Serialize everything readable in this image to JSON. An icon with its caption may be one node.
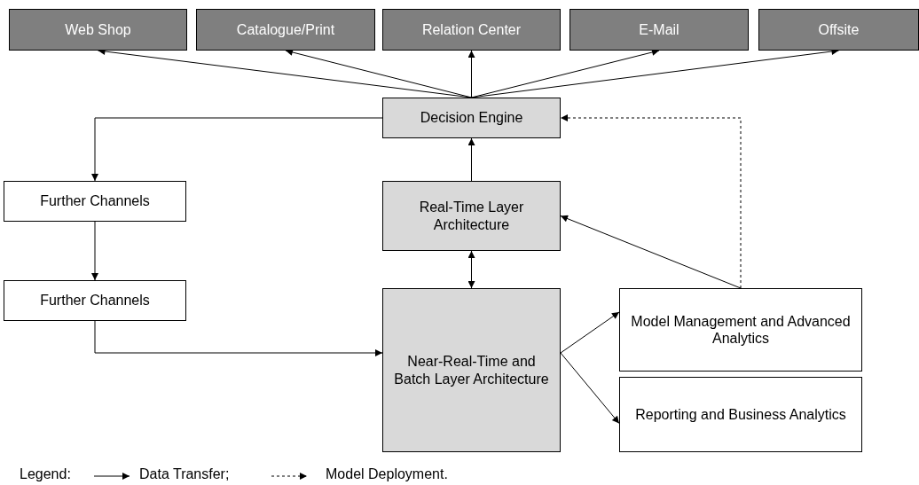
{
  "diagram": {
    "nodes": [
      {
        "text": [
          "Web Shop"
        ]
      },
      {
        "text": [
          "Catalogue/Print"
        ]
      },
      {
        "text": [
          "Relation Center"
        ]
      },
      {
        "text": [
          "E-Mail"
        ]
      },
      {
        "text": [
          "Offsite"
        ]
      },
      {
        "text": [
          "Decision Engine"
        ]
      },
      {
        "text": [
          "Further Channels"
        ]
      },
      {
        "text": [
          "Real-Time Layer Architecture"
        ]
      },
      {
        "text": [
          "Further Channels"
        ]
      },
      {
        "text": [
          "Near-Real-Time and Batch Layer Architecture"
        ]
      },
      {
        "text": [
          "Model Management and Advanced Analytics"
        ]
      },
      {
        "text": [
          "Reporting and Business Analytics"
        ]
      }
    ],
    "edges": [
      {
        "from": 5,
        "to": 0,
        "arrow": "to"
      },
      {
        "from": 5,
        "to": 1,
        "arrow": "to"
      },
      {
        "from": 5,
        "to": 2,
        "arrow": "to"
      },
      {
        "from": 5,
        "to": 3,
        "arrow": "to"
      },
      {
        "from": 5,
        "to": 4,
        "arrow": "to"
      },
      {
        "from": 5,
        "to": 6,
        "arrow": "to"
      },
      {
        "from": 6,
        "to": 8,
        "arrow": "to"
      },
      {
        "from": 8,
        "to": 9,
        "arrow": "to"
      },
      {
        "from": 7,
        "to": 5,
        "arrow": "to"
      },
      {
        "from": 9,
        "to": 7,
        "arrow": "both"
      },
      {
        "from": 9,
        "to": 10,
        "arrow": "to"
      },
      {
        "from": 9,
        "to": 11,
        "arrow": "to"
      },
      {
        "from": 10,
        "to": 7,
        "arrow": "to"
      },
      {
        "from": 10,
        "to": 5,
        "arrow": "to",
        "style": "dashed"
      }
    ],
    "labels": [
      "Legend:"
    ],
    "legend": [
      {
        "text": "Data Transfer;"
      },
      {
        "text": "Model Deployment."
      }
    ]
  }
}
